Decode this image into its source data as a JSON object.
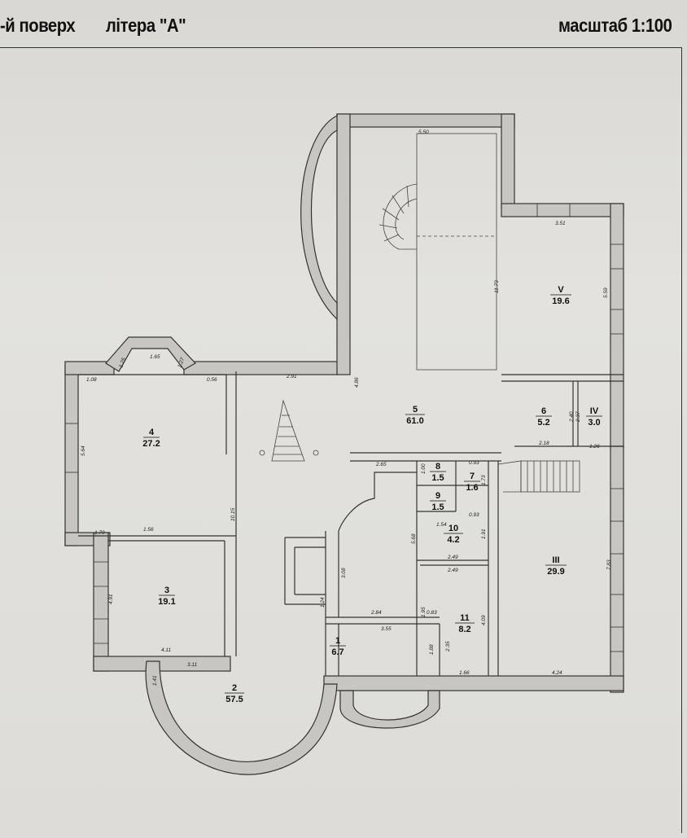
{
  "header": {
    "floor": "-й поверх",
    "letter": "літера \"А\"",
    "scale": "масштаб 1:100"
  },
  "rooms": [
    {
      "no": "1",
      "area": "6.7"
    },
    {
      "no": "2",
      "area": "57.5"
    },
    {
      "no": "3",
      "area": "19.1"
    },
    {
      "no": "4",
      "area": "27.2"
    },
    {
      "no": "5",
      "area": "61.0"
    },
    {
      "no": "6",
      "area": "5.2"
    },
    {
      "no": "7",
      "area": "1.6"
    },
    {
      "no": "8",
      "area": "1.5"
    },
    {
      "no": "9",
      "area": "1.5"
    },
    {
      "no": "10",
      "area": "4.2"
    },
    {
      "no": "11",
      "area": "8.2"
    },
    {
      "no": "III",
      "area": "29.9"
    },
    {
      "no": "IV",
      "area": "3.0"
    },
    {
      "no": "V",
      "area": "19.6"
    }
  ],
  "dims": [
    "5.50",
    "11.73",
    "3.51",
    "5.59",
    "2.91",
    "4.86",
    "1.65",
    "1.08",
    "0.56",
    "5.64",
    "1.79",
    "1.56",
    "10.15",
    "2.65",
    "1.00",
    "0.93",
    "1.73",
    "1.54",
    "0.93",
    "1.91",
    "2.49",
    "2.49",
    "1.95",
    "0.83",
    "4.09",
    "2.84",
    "3.55",
    "1.88",
    "2.35",
    "1.66",
    "4.24",
    "7.83",
    "2.18",
    "1.26",
    "2.40",
    "2.37",
    "4.11",
    "4.91",
    "3.11",
    "1.41",
    "3.08",
    "1.24",
    "5.68",
    "1.25",
    "1.27"
  ]
}
